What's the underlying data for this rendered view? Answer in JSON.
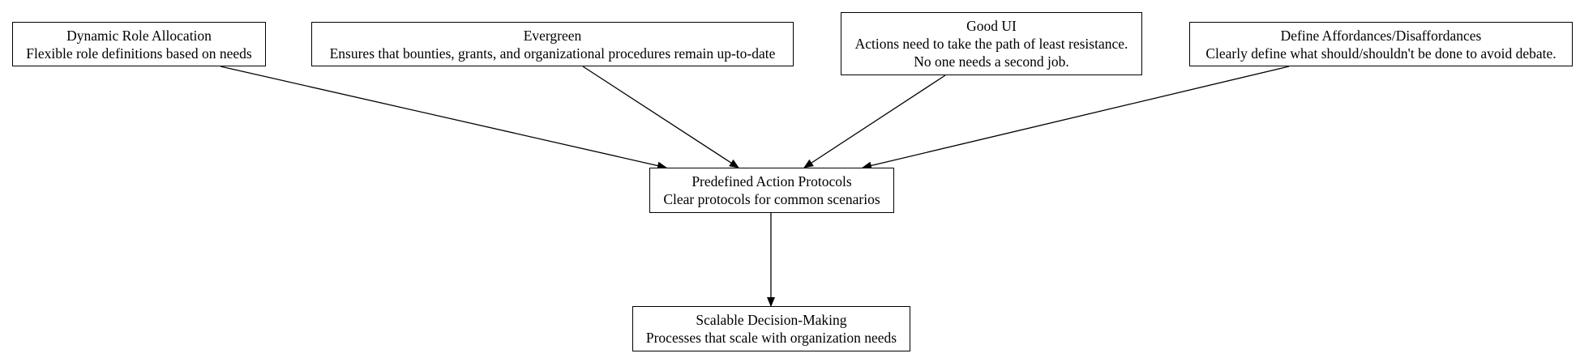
{
  "diagram": {
    "nodes": {
      "dynamic": {
        "title": "Dynamic Role Allocation",
        "lines": [
          "Flexible role definitions based on needs"
        ]
      },
      "evergreen": {
        "title": "Evergreen",
        "lines": [
          "Ensures that bounties, grants, and organizational procedures remain up-to-date"
        ]
      },
      "goodui": {
        "title": "Good UI",
        "lines": [
          "Actions need to take the path of least resistance.",
          "No one needs a second job."
        ]
      },
      "define": {
        "title": "Define Affordances/Disaffordances",
        "lines": [
          "Clearly define what should/shouldn't be done to avoid debate."
        ]
      },
      "protocols": {
        "title": "Predefined Action Protocols",
        "lines": [
          "Clear protocols for common scenarios"
        ]
      },
      "scalable": {
        "title": "Scalable Decision-Making",
        "lines": [
          "Processes that scale with organization needs"
        ]
      }
    },
    "edges": [
      {
        "from": "dynamic",
        "to": "protocols"
      },
      {
        "from": "evergreen",
        "to": "protocols"
      },
      {
        "from": "goodui",
        "to": "protocols"
      },
      {
        "from": "define",
        "to": "protocols"
      },
      {
        "from": "protocols",
        "to": "scalable"
      }
    ],
    "colors": {
      "stroke": "#000000",
      "background": "#ffffff"
    }
  }
}
